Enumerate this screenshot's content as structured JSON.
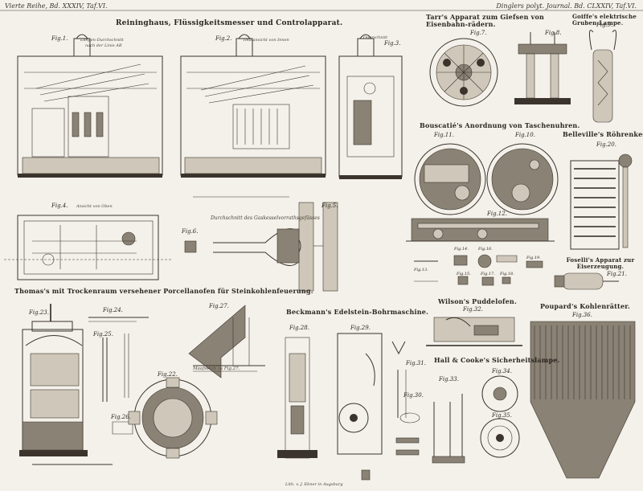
{
  "header": {
    "left": "Vierte Reihe, Bd. XXXIV, Taf.VI.",
    "right": "Dinglers polyt. Journal. Bd. CLXXIV, Taf.VI."
  },
  "titles": {
    "reinighaus": "Reininghaus, Flüssigkeitsmesser und Controlapparat.",
    "tarr": "Tarr's Apparat zum Giefsen von Eisenbahn-rädern.",
    "goiffe": "Goiffe's elektrische Gruben-Lampe.",
    "bouscatie": "Bouscatié's Anordnung von Taschenuhren.",
    "belleville": "Belleville's Röhrenkessel.",
    "thomas": "Thomas's mit Trockenraum versehener Porcellanofen für Steinkohlenfeuerung.",
    "beckmann": "Beckmann's Edelstein-Bohrmaschine.",
    "wilson": "Wilson's Puddelofen.",
    "foselli": "Foselli's Apparat zur Eiserzeugung.",
    "poupard": "Poupard's Kohlenrätter.",
    "hall": "Hall & Cooke's Sicherheitslampe."
  },
  "figures": {
    "f1": "Fig.1.",
    "f2": "Fig.2.",
    "f3": "Fig.3.",
    "f4": "Fig.4.",
    "f5": "Fig.5.",
    "f6": "Fig.6.",
    "f7": "Fig.7.",
    "f8": "Fig.8.",
    "f9": "Fig.9.",
    "f10": "Fig.10.",
    "f11": "Fig.11.",
    "f12": "Fig.12.",
    "f13": "Fig.13.",
    "f14": "Fig.14.",
    "f15": "Fig.15.",
    "f16": "Fig.16.",
    "f17": "Fig.17.",
    "f18": "Fig.18.",
    "f19": "Fig.19.",
    "f20": "Fig.20.",
    "f21": "Fig.21.",
    "f22": "Fig.22.",
    "f23": "Fig.23.",
    "f24": "Fig.24.",
    "f25": "Fig.25.",
    "f26": "Fig.26.",
    "f27": "Fig.27.",
    "f28": "Fig.28.",
    "f29": "Fig.29.",
    "f30": "Fig.30.",
    "f31": "Fig.31.",
    "f32": "Fig.32.",
    "f33": "Fig.33.",
    "f34": "Fig.34.",
    "f35": "Fig.35.",
    "f36": "Fig.36."
  },
  "notes": {
    "laengsschnitt": "Längen-Durchschnitt",
    "nach_linie": "nach der Linie AB",
    "totalansicht": "Totalansicht von Innen",
    "querschnitt": "Querschnitt",
    "ansicht_oben": "Ansicht von Oben",
    "durchschnitt_gas": "Durchschnitt des Gaskesselvorrathsgefässes",
    "massstab": "Maafsstab zu Fig.27.",
    "footer": "Lith. v. J. Ebner in Augsburg"
  }
}
